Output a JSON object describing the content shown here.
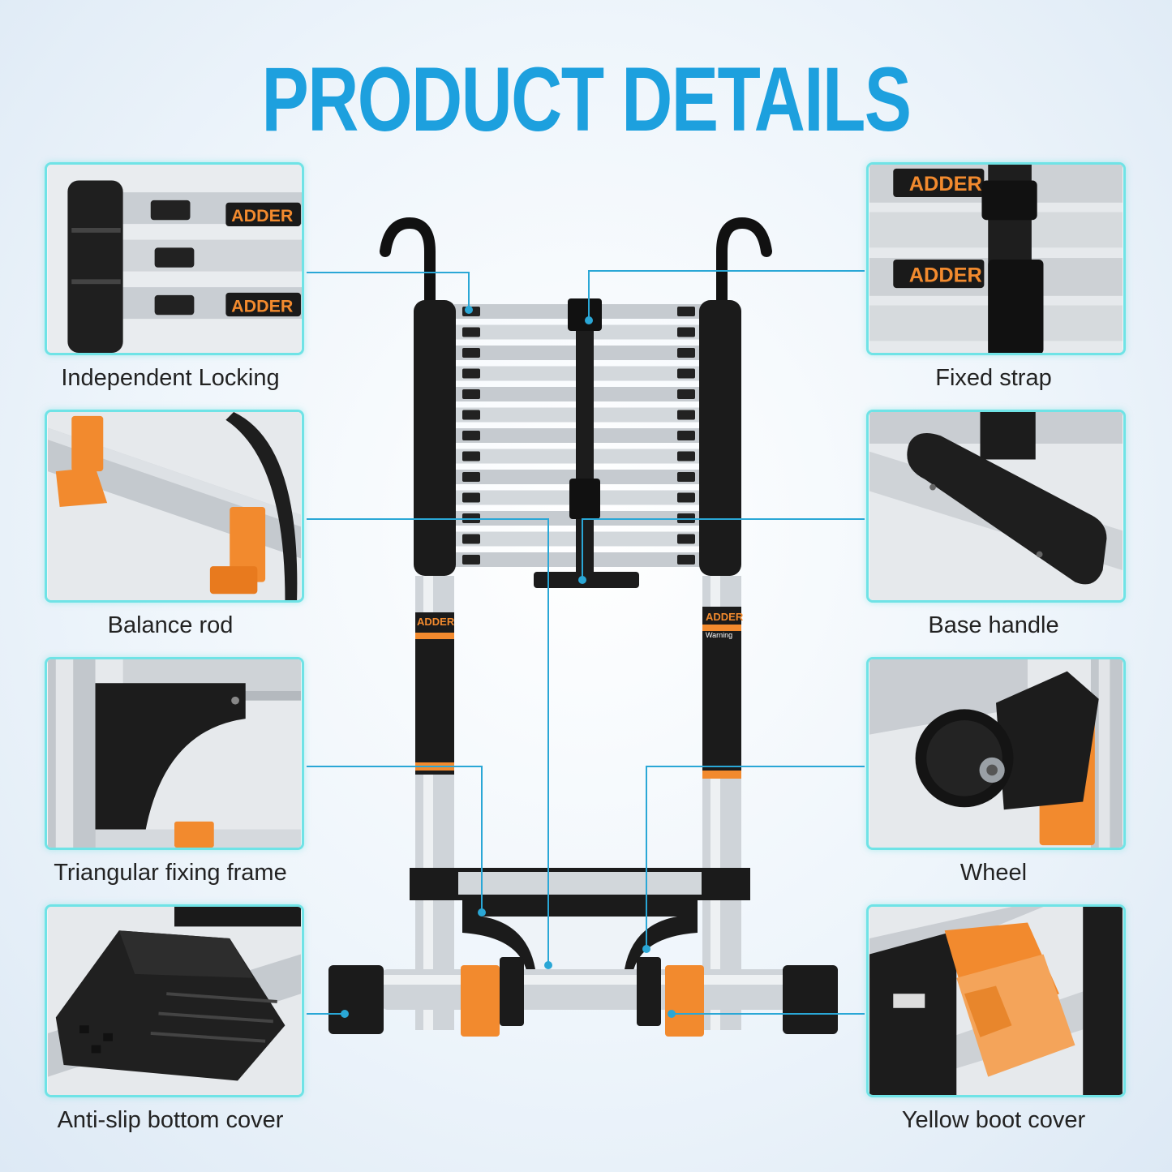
{
  "title": "PRODUCT DETAILS",
  "brand": "ADDER",
  "warning": "Warning",
  "colors": {
    "title": "#1da0de",
    "frame": "#6fe3e6",
    "accent": "#f28a2e",
    "callout": "#2aa7d6"
  },
  "features": {
    "left": [
      {
        "label": "Independent Locking",
        "icon": "lock-latch"
      },
      {
        "label": "Balance rod",
        "icon": "balance-rod"
      },
      {
        "label": "Triangular fixing frame",
        "icon": "triangle-frame"
      },
      {
        "label": "Anti-slip bottom cover",
        "icon": "foot-cap"
      }
    ],
    "right": [
      {
        "label": "Fixed strap",
        "icon": "strap"
      },
      {
        "label": "Base handle",
        "icon": "handle"
      },
      {
        "label": "Wheel",
        "icon": "wheel"
      },
      {
        "label": "Yellow boot cover",
        "icon": "boot-cover"
      }
    ]
  }
}
